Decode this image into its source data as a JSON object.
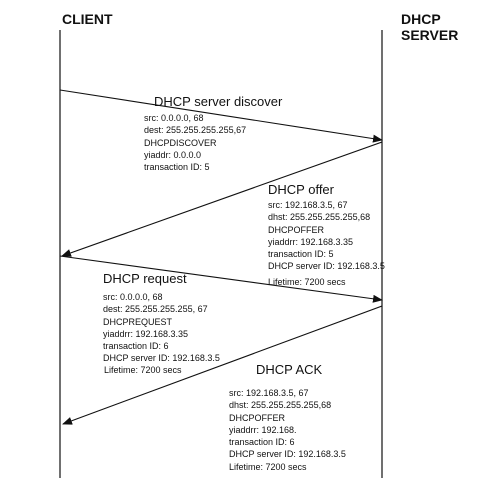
{
  "headers": {
    "client": "CLIENT",
    "server": "DHCP SERVER"
  },
  "messages": {
    "discover": {
      "title": "DHCP server discover",
      "fields": [
        "src: 0.0.0.0, 68",
        "dest: 255.255.255.255,67",
        "DHCPDISCOVER",
        "yiaddr: 0.0.0.0",
        "transaction ID: 5"
      ]
    },
    "offer": {
      "title": "DHCP offer",
      "fields": [
        "src: 192.168.3.5, 67",
        "dhst: 255.255.255.255,68",
        "DHCPOFFER",
        "yiaddrr: 192.168.3.35",
        "transaction ID: 5",
        "DHCP server ID: 192.168.3.5"
      ],
      "lifetime": "Lifetime: 7200 secs"
    },
    "request": {
      "title": "DHCP request",
      "fields": [
        "src: 0.0.0.0, 68",
        "dest: 255.255.255.255, 67",
        "DHCPREQUEST",
        "yiaddrr: 192.168.3.35",
        "transaction ID: 6",
        "DHCP server ID: 192.168.3.5"
      ],
      "lifetime": "Lifetime: 7200 secs"
    },
    "ack": {
      "title": "DHCP ACK",
      "fields": [
        "src: 192.168.3.5, 67",
        "dhst: 255.255.255.255,68",
        "DHCPOFFER",
        "yiaddrr: 192.168.",
        "transaction ID: 6",
        "DHCP server ID: 192.168.3.5",
        "Lifetime: 7200 secs"
      ]
    }
  }
}
